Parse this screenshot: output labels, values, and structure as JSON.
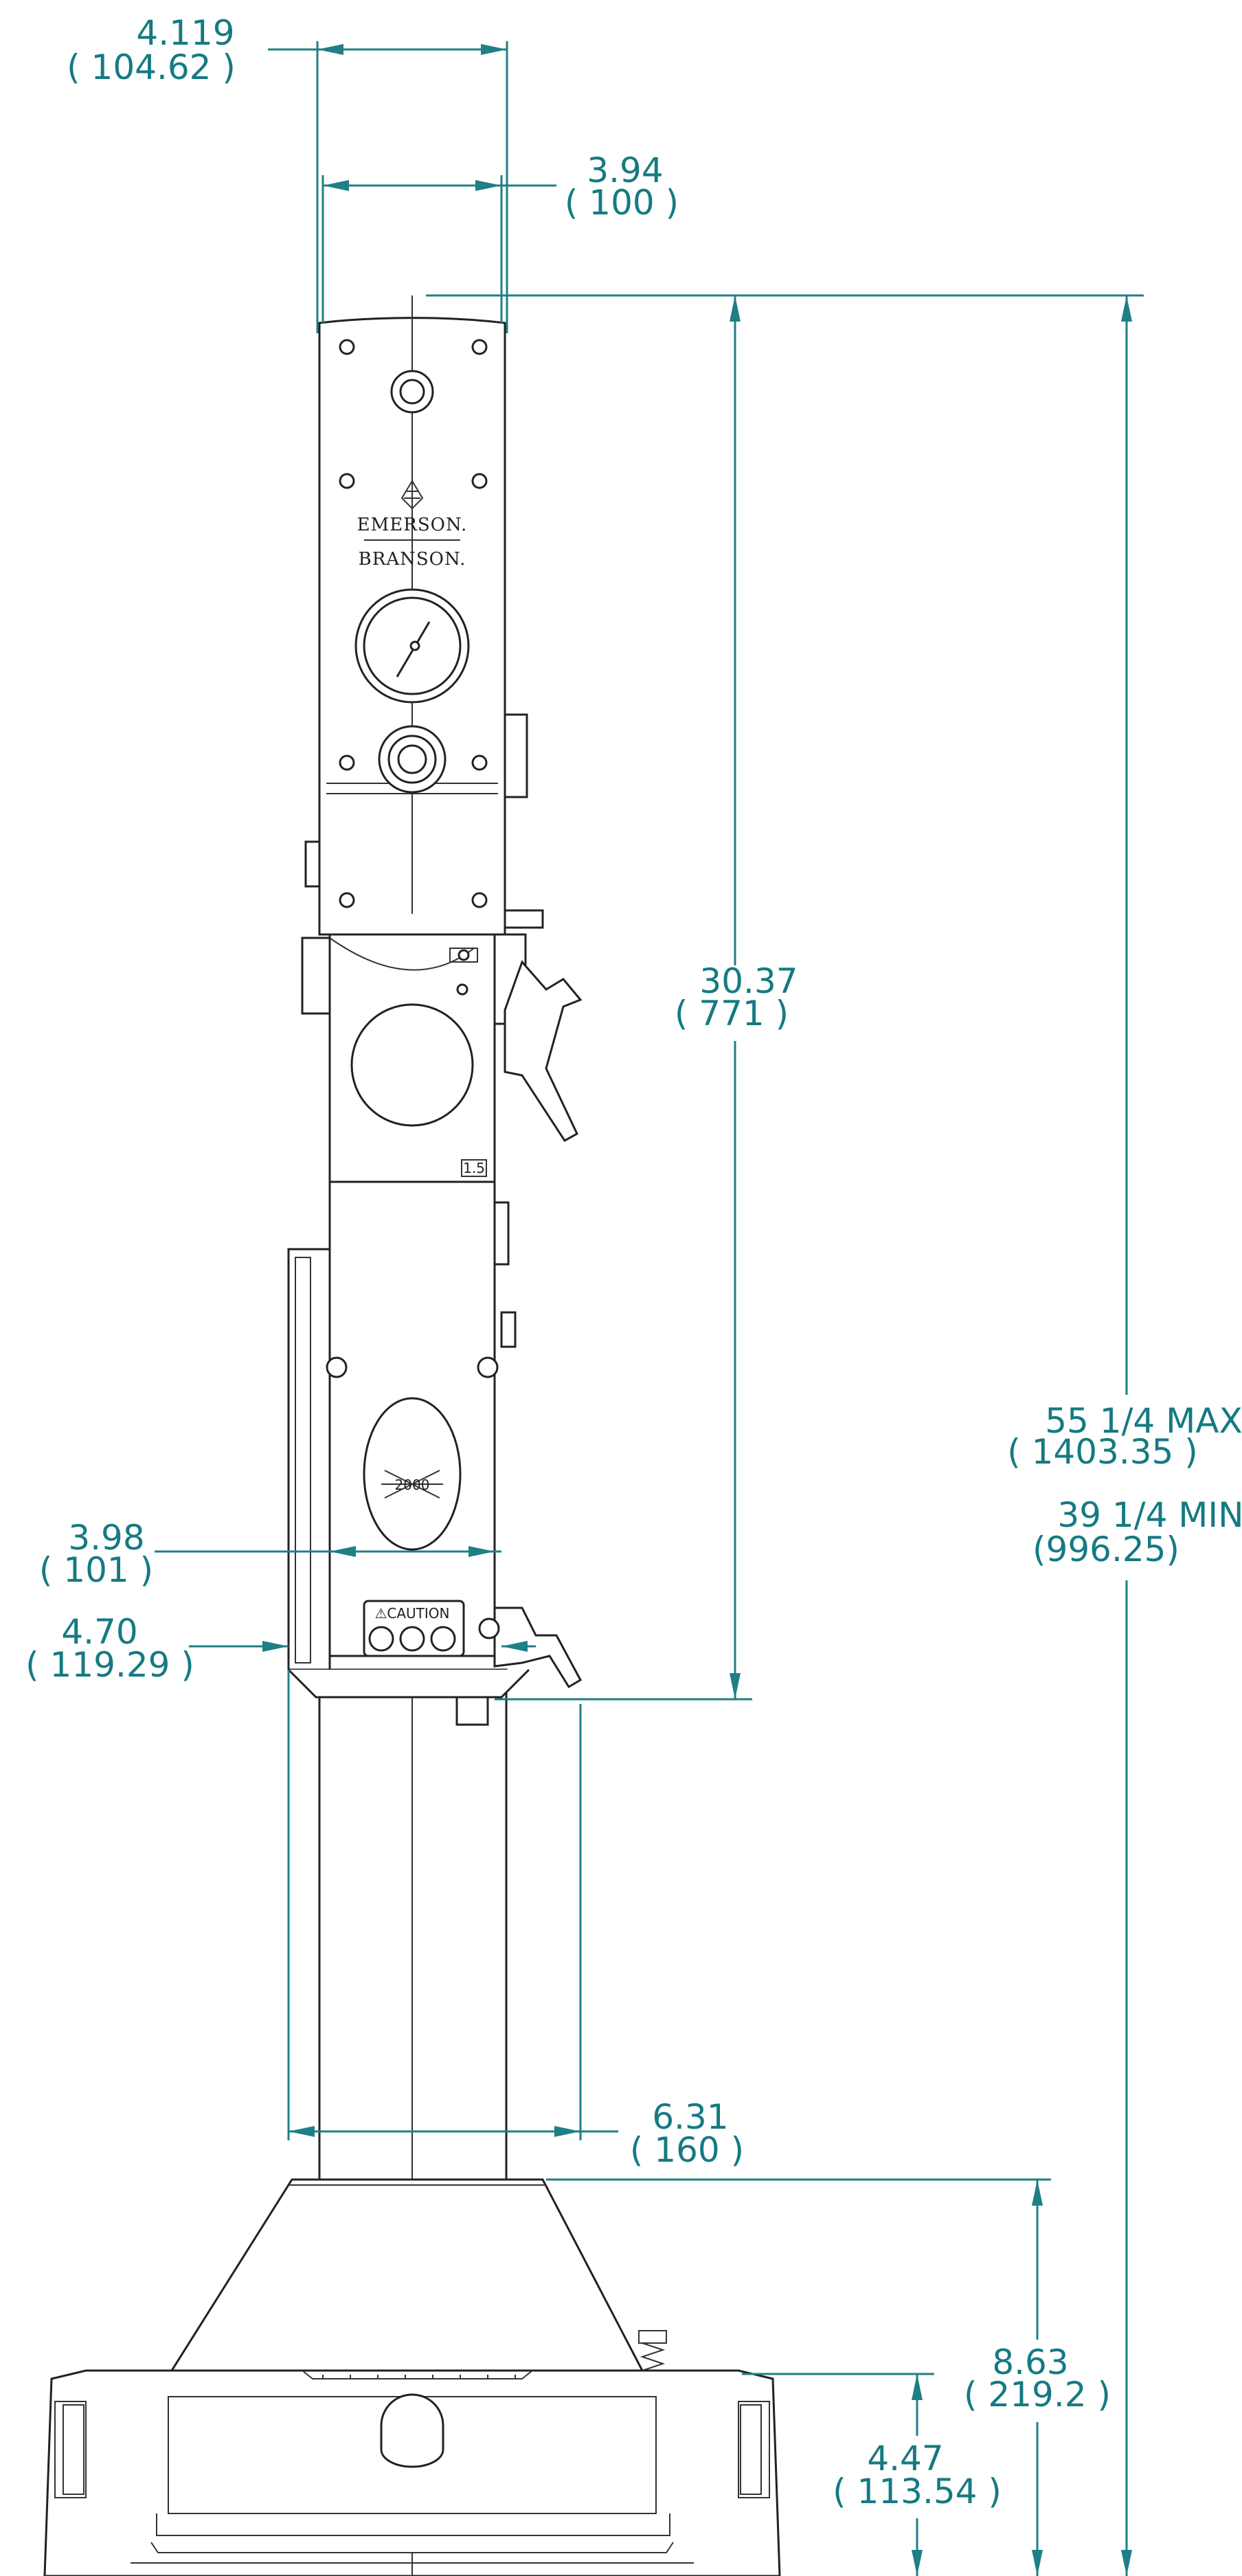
{
  "dimensions": {
    "top_overall_width": {
      "inch": "4.119",
      "mm": "( 104.62 )"
    },
    "top_inner_width": {
      "inch": "3.94",
      "mm": "( 100 )"
    },
    "actuator_height": {
      "inch": "30.37",
      "mm": "( 771 )"
    },
    "overall_max": {
      "inch": "55 1/4 MAX",
      "mm": "( 1403.35 )"
    },
    "overall_min": {
      "inch": "39 1/4 MIN",
      "mm": "(996.25)"
    },
    "lower_width": {
      "inch": "3.98",
      "mm": "( 101 )"
    },
    "bottom_width": {
      "inch": "4.70",
      "mm": "( 119.29 )"
    },
    "column_width": {
      "inch": "6.31",
      "mm": "( 160 )"
    },
    "base_height": {
      "inch": "8.63",
      "mm": "( 219.2 )"
    },
    "base_lower_height": {
      "inch": "4.47",
      "mm": "( 113.54 )"
    }
  },
  "labels": {
    "brand_top": "EMERSON.",
    "brand_bottom": "BRANSON.",
    "caution": "⚠CAUTION",
    "model_badge": "2000",
    "side_tag": "1.5"
  },
  "colors": {
    "dimension": "#157a82",
    "outline": "#222222"
  }
}
